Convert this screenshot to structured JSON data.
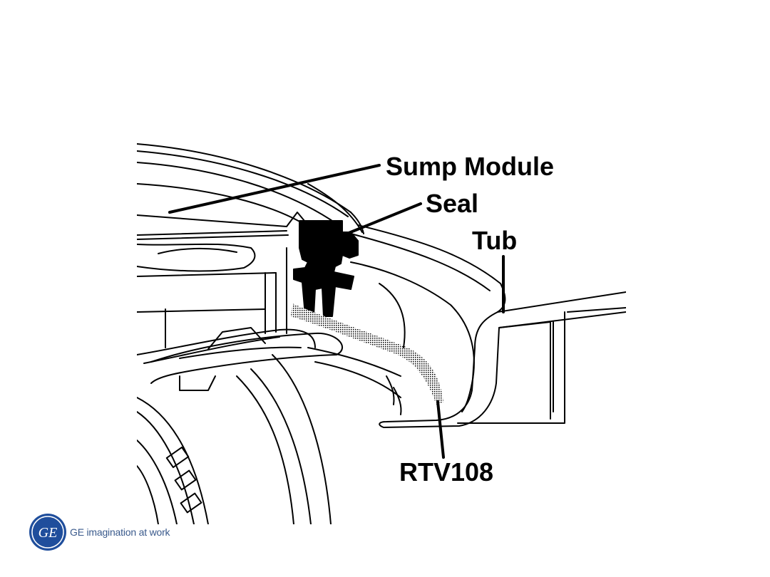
{
  "diagram": {
    "labels": {
      "sump_module": "Sump Module",
      "seal": "Seal",
      "tub": "Tub",
      "rtv": "RTV108"
    }
  },
  "footer": {
    "logo_icon": "ge-monogram-icon",
    "logo_text": "GE",
    "tagline": "GE imagination at work",
    "brand_color": "#1f4e9c"
  }
}
